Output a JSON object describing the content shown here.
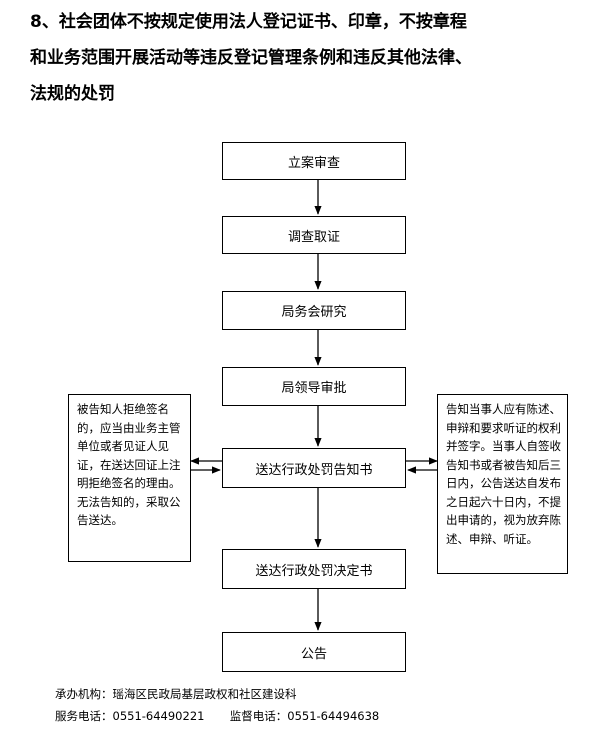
{
  "title": {
    "line1": "8、社会团体不按规定使用法人登记证书、印章，不按章程",
    "line2": "和业务范围开展活动等违反登记管理条例和违反其他法律、",
    "line3": "法规的处罚"
  },
  "steps": [
    "立案审查",
    "调查取证",
    "局务会研究",
    "局领导审批",
    "送达行政处罚告知书",
    "送达行政处罚决定书",
    "公告"
  ],
  "left_note": "被告知人拒绝签名的，应当由业务主管单位或者见证人见证，在送达回证上注明拒绝签名的理由。无法告知的，采取公告送达。",
  "right_note": "告知当事人应有陈述、申辩和要求听证的权利并签字。当事人自签收告知书或者被告知后三日内，公告送达自发布之日起六十日内，不提出申请的，视为放弃陈述、申辩、听证。",
  "footer": {
    "org": "承办机构：瑶海区民政局基层政权和社区建设科",
    "service_phone": "服务电话：0551-64490221",
    "supervise_phone": "监督电话：0551-64494638"
  }
}
